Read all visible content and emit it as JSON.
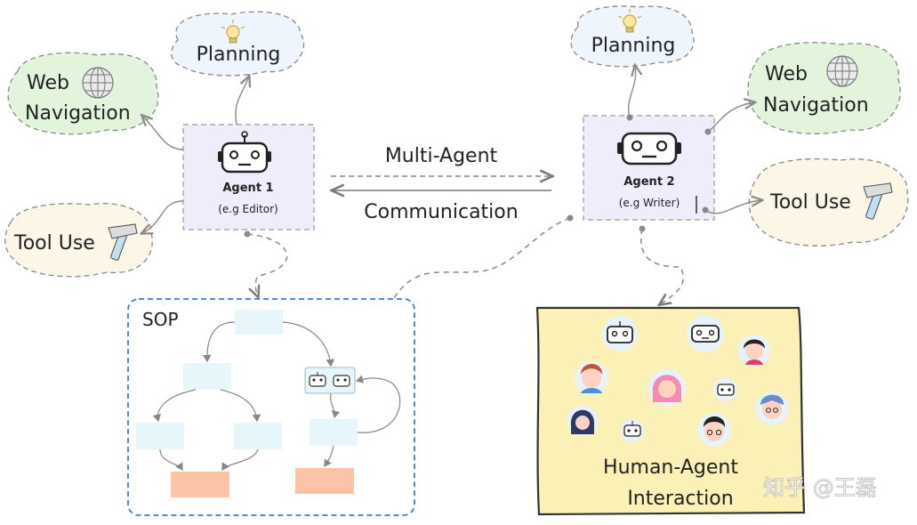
{
  "agent1": {
    "title": "Agent 1",
    "subtitle": "(e.g Editor)"
  },
  "agent2": {
    "title": "Agent 2",
    "subtitle": "(e.g Writer)"
  },
  "multi_agent_label": "Multi-Agent",
  "communication_label": "Communication",
  "left": {
    "planning": "Planning",
    "web_line1": "Web",
    "web_line2": "Navigation",
    "tool_use": "Tool  Use"
  },
  "right": {
    "planning": "Planning",
    "web_line1": "Web",
    "web_line2": "Navigation",
    "tool_use": "Tool  Use"
  },
  "sop_label": "SOP",
  "hai_line1": "Human-Agent",
  "hai_line2": "Interaction",
  "watermark": "知乎 @王磊",
  "colors": {
    "agent_box_fill": "#efedfb",
    "planning_fill": "#eef5fc",
    "web_fill": "#e3f4dc",
    "tool_fill": "#fbf6e6",
    "sop_border": "#3d7fd6",
    "sop_box_blue": "#e6f6fb",
    "sop_box_orange": "#fdc3a6",
    "hai_fill": "#fbf0b6"
  }
}
